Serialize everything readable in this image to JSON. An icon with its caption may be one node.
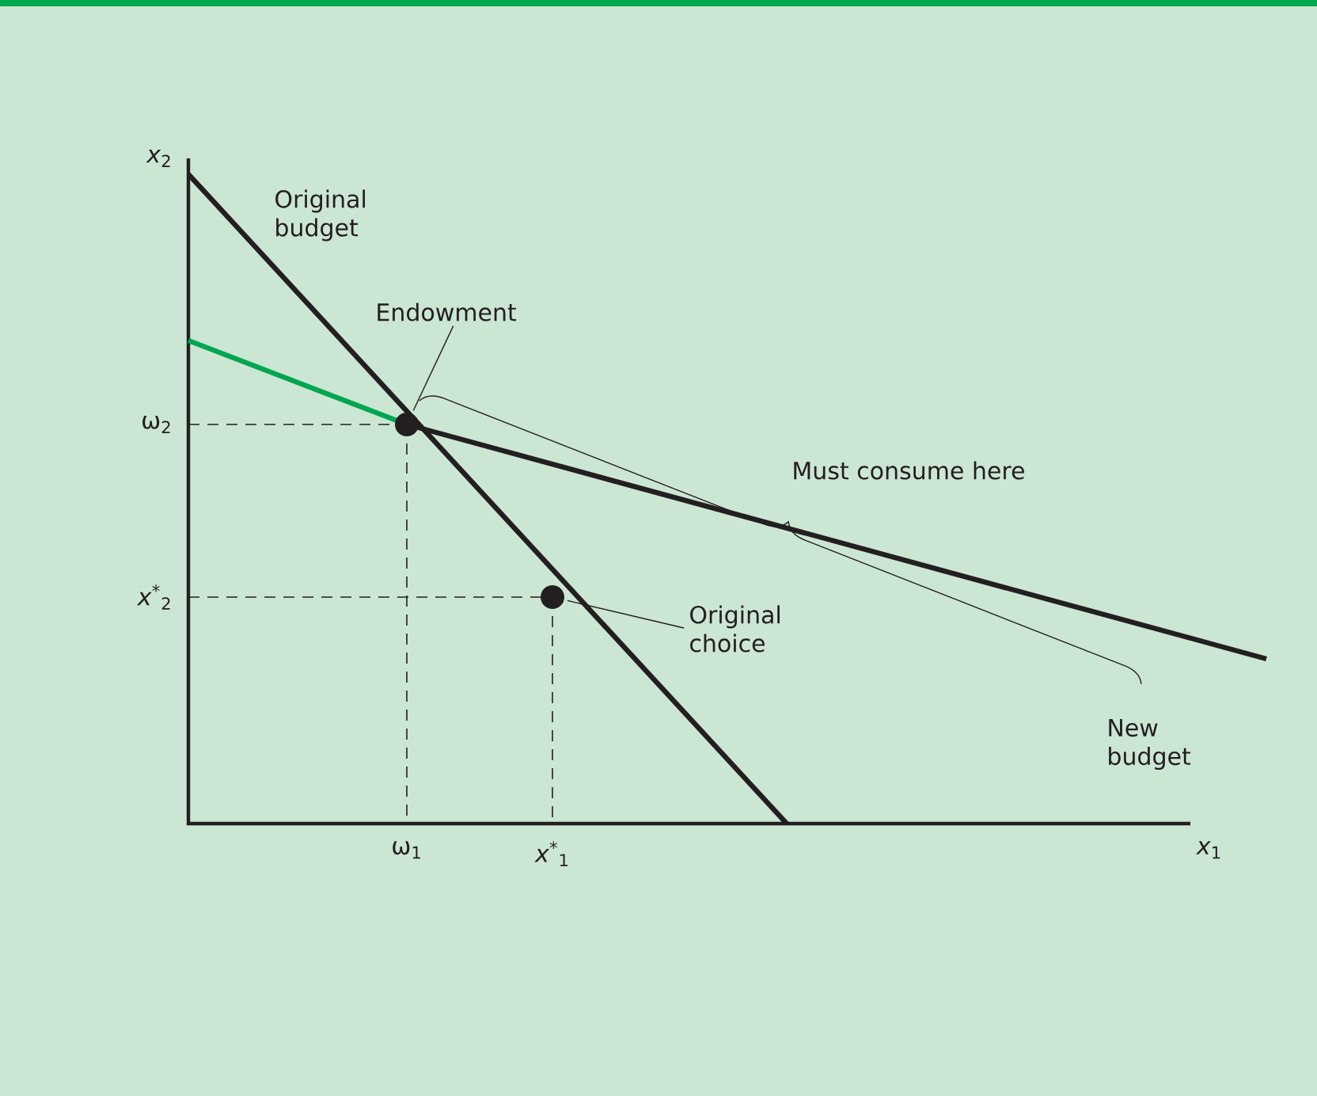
{
  "diagram": {
    "nodes": [
      {
        "text": [
          "Endowment"
        ]
      },
      {
        "text": [],
        "shape": "circle"
      },
      {
        "text": [
          "Original choice"
        ]
      },
      {
        "text": [],
        "shape": "circle"
      }
    ],
    "edges": [
      {
        "from": 0,
        "to": 1,
        "arrow": "none"
      },
      {
        "from": 2,
        "to": 3,
        "arrow": "none"
      }
    ],
    "labels": [
      "*x*$_{2}$",
      "Original budget",
      "ω$_{2}$",
      "Must consume here",
      "*x*$^{*}$$_{2}$",
      "New budget",
      "ω$_{1}$",
      "*x*$^{*}$$_{1}$",
      "*x*$_{1}$"
    ]
  }
}
